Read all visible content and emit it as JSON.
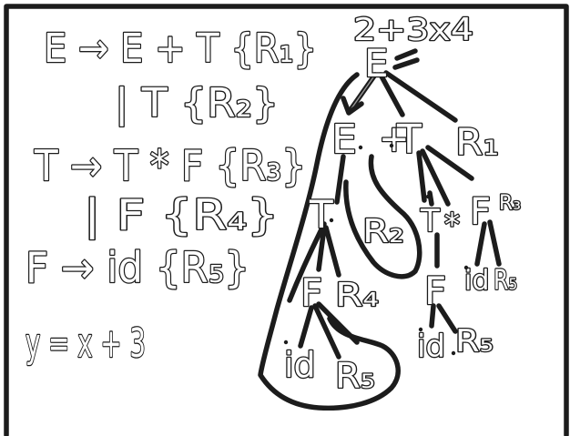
{
  "grammar": {
    "rule1": "E → E + T {R₁}",
    "rule2": "| T {R₂}",
    "rule3": "T → T * F {R₃}",
    "rule4": "| F {R₄}",
    "rule5": "F → id {R₅}",
    "rule6": "y = x + 3"
  },
  "tree": {
    "input": "2+3x4",
    "root": "E",
    "level1": {
      "left": "E",
      "plus": "+",
      "right": "T",
      "rule": "R₁"
    },
    "left_subtree": {
      "t": "T",
      "rule_r2": "R₂",
      "f": "F",
      "rule_r4": "R₄",
      "id": "id",
      "rule_r5": "R₅"
    },
    "right_subtree": {
      "t": "T",
      "star": "*",
      "f_top": "F",
      "rule_r3": "R₃",
      "id_top": "id",
      "rule_r5_top": "R₅",
      "f": "F",
      "id": "id",
      "rule_r5": "R₅"
    }
  },
  "colors": {
    "ink": "#1c1c1c",
    "background": "#ffffff"
  }
}
